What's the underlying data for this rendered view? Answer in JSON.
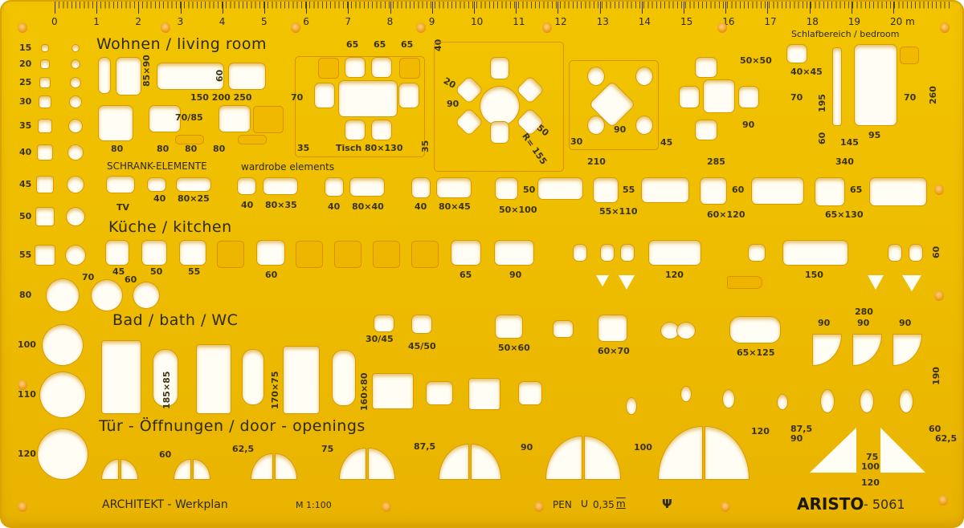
{
  "ruler": {
    "labels": [
      "0",
      "1",
      "2",
      "3",
      "4",
      "5",
      "6",
      "7",
      "8",
      "9",
      "10",
      "11",
      "12",
      "13",
      "14",
      "15",
      "16",
      "17",
      "18",
      "19",
      "20 m"
    ]
  },
  "left_scale": {
    "labels": [
      "15",
      "20",
      "25",
      "30",
      "35",
      "40",
      "45",
      "50",
      "55",
      "70",
      "80",
      "100",
      "110",
      "120"
    ]
  },
  "sections": {
    "living": "Wohnen / living room",
    "bedroom": "Schlafbereich / bedroom",
    "wardrobe": "SCHRANK-ELEMENTE",
    "wardrobe_en": "wardrobe elements",
    "kitchen": "Küche / kitchen",
    "bath": "Bad / bath / WC",
    "doors": "Tür - Öffnungen / door - openings"
  },
  "living_labels": {
    "sofa": "85×90",
    "h60": "60",
    "lengths": "150 200 250",
    "a7085": "70/85",
    "w80_1": "80",
    "w80_2": "80",
    "w80_3": "80",
    "w80_4": "80",
    "t65a": "65",
    "t65b": "65",
    "t65c": "65",
    "t40": "40",
    "t70": "70",
    "t35a": "35",
    "table": "Tisch 80×130",
    "t35b": "35",
    "r20": "20",
    "r90": "90",
    "r50": "50",
    "radius": "R= 155",
    "d90": "90",
    "d30": "30",
    "d210": "210",
    "s50x50": "50×50",
    "s45": "45",
    "s90": "90",
    "s285": "285"
  },
  "bedroom_labels": {
    "b40x45": "40×45",
    "b70a": "70",
    "b195": "195",
    "b70b": "70",
    "b260": "260",
    "b60": "60",
    "b145": "145",
    "b95": "95",
    "b340": "340"
  },
  "wardrobe_labels": {
    "tv": "TV",
    "w40a": "40",
    "w80x25": "80×25",
    "w40b": "40",
    "w80x35": "80×35",
    "w40c": "40",
    "w80x40": "80×40",
    "w40d": "40",
    "w80x45": "80×45",
    "b50": "50",
    "b50x100": "50×100",
    "b55": "55",
    "b55x110": "55×110",
    "b60": "60",
    "b60x120": "60×120",
    "b65": "65",
    "b65x130": "65×130"
  },
  "kitchen_labels": {
    "k45": "45",
    "k60a": "60",
    "k50": "50",
    "k55": "55",
    "k60": "60",
    "k65": "65",
    "k90": "90",
    "k120": "120",
    "k150": "150",
    "k60v": "60"
  },
  "bath_labels": {
    "b185x85": "185×85",
    "b170x75": "170×75",
    "b160x80": "160×80",
    "b3045": "30/45",
    "b4550": "45/50",
    "b50x60": "50×60",
    "b60x70": "60×70",
    "b65x125": "65×125",
    "b280": "280",
    "b90a": "90",
    "b90b": "90",
    "b90c": "90",
    "b190": "190"
  },
  "door_labels": {
    "d60": "60",
    "d625": "62,5",
    "d75": "75",
    "d875": "87,5",
    "d90": "90",
    "d100": "100",
    "d120": "120",
    "t875": "87,5",
    "t90": "90",
    "t75": "75",
    "t100": "100",
    "t120": "120",
    "t60": "60",
    "t625": "62,5"
  },
  "footer": {
    "title": "ARCHITEKT - Werkplan",
    "scale": "M 1:100",
    "pen": "PEN",
    "pen_size": "0,35",
    "pen_unit": "m",
    "brand": "ARISTO",
    "model": "- 5061",
    "trident": "Ψ"
  },
  "colors": {
    "body": "#f0c000",
    "edge": "#d79a00",
    "text": "#2e2a10",
    "hole": "#fffdf4"
  }
}
